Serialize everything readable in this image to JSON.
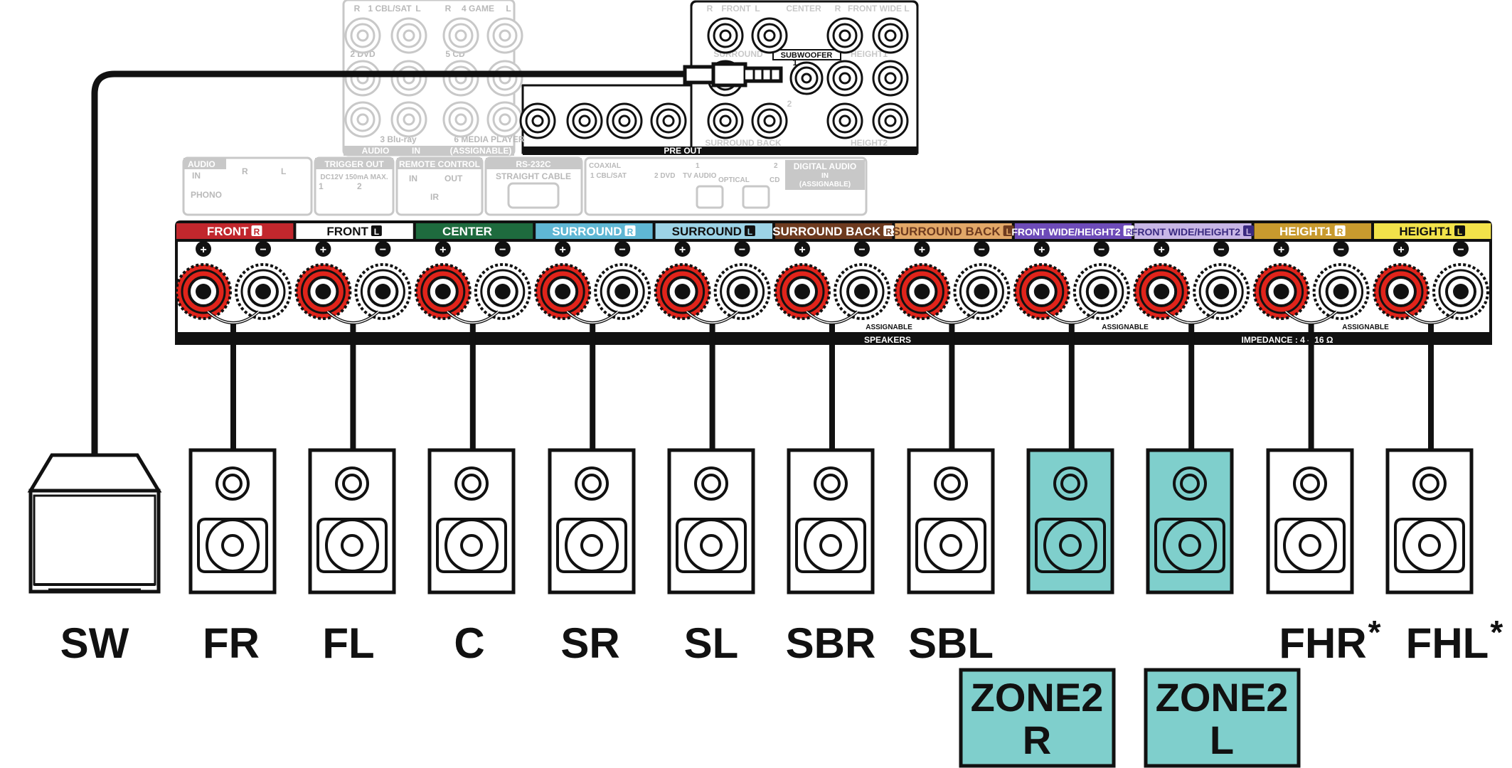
{
  "receiver": {
    "pre_out_label": "PRE OUT",
    "subwoofer_label": "SUBWOOFER",
    "pre_out_jacks": [
      "R",
      "FRONT",
      "L",
      "CENTER",
      "R",
      "FRONT WIDE",
      "L",
      "SURROUND",
      "HEIGHT1",
      "SURROUND BACK",
      "HEIGHT2",
      "1",
      "2"
    ],
    "audio_in_jacks": [
      "R",
      "1 CBL/SAT",
      "L",
      "R",
      "4 GAME",
      "L",
      "2 DVD",
      "5 CD",
      "3 Blu-ray",
      "6 MEDIA PLAYER",
      "AUDIO",
      "IN",
      "(ASSIGNABLE)"
    ],
    "phono": {
      "audio": "AUDIO",
      "in": "IN",
      "r": "R",
      "l": "L",
      "phono": "PHONO"
    },
    "trigger_out": {
      "title": "TRIGGER OUT",
      "spec": "DC12V 150mA MAX.",
      "one": "1",
      "two": "2"
    },
    "remote_control": {
      "title": "REMOTE CONTROL",
      "in": "IN",
      "out": "OUT",
      "ir": "IR"
    },
    "rs232c": {
      "title": "RS-232C",
      "sub": "STRAIGHT CABLE"
    },
    "digital_audio": {
      "coaxial": "COAXIAL",
      "cbl_sat": "1 CBL/SAT",
      "dvd": "2 DVD",
      "tv_audio": "TV AUDIO",
      "optical": "OPTICAL",
      "cd": "CD",
      "one": "1",
      "two": "2",
      "title": "DIGITAL AUDIO",
      "in": "IN",
      "assignable": "(ASSIGNABLE)"
    },
    "speakers_label": "SPEAKERS",
    "assignable_label": "ASSIGNABLE",
    "impedance_label": "IMPEDANCE : 4 – 16 Ω",
    "plus": "+",
    "minus": "−"
  },
  "terminals": [
    {
      "label": "FRONT",
      "ch": "R",
      "color": "#c1272d"
    },
    {
      "label": "FRONT",
      "ch": "L",
      "color": "#ffffff"
    },
    {
      "label": "CENTER",
      "ch": "",
      "color": "#1e6b3e"
    },
    {
      "label": "SURROUND",
      "ch": "R",
      "color": "#5fb7d4"
    },
    {
      "label": "SURROUND",
      "ch": "L",
      "color": "#9cd3e6"
    },
    {
      "label": "SURROUND BACK",
      "ch": "R",
      "color": "#6e3b1f"
    },
    {
      "label": "SURROUND BACK",
      "ch": "L",
      "color": "#e2a868"
    },
    {
      "label": "FRONT WIDE/HEIGHT2",
      "ch": "R",
      "color": "#6d4bb8"
    },
    {
      "label": "FRONT WIDE/HEIGHT2",
      "ch": "L",
      "color": "#c8b6e6"
    },
    {
      "label": "HEIGHT1",
      "ch": "R",
      "color": "#c89a2e"
    },
    {
      "label": "HEIGHT1",
      "ch": "L",
      "color": "#f2e24a"
    }
  ],
  "speakers": [
    {
      "label": "SW",
      "zone": false
    },
    {
      "label": "FR",
      "zone": false
    },
    {
      "label": "FL",
      "zone": false
    },
    {
      "label": "C",
      "zone": false
    },
    {
      "label": "SR",
      "zone": false
    },
    {
      "label": "SL",
      "zone": false
    },
    {
      "label": "SBR",
      "zone": false
    },
    {
      "label": "SBL",
      "zone": false
    },
    {
      "label": "",
      "zone": true
    },
    {
      "label": "",
      "zone": true
    },
    {
      "label": "FHR",
      "zone": false,
      "asterisk": "*"
    },
    {
      "label": "FHL",
      "zone": false,
      "asterisk": "*"
    }
  ],
  "zones": [
    {
      "line1": "ZONE2",
      "line2": "R"
    },
    {
      "line1": "ZONE2",
      "line2": "L"
    }
  ],
  "colors": {
    "zone_fill": "#7fcfcc",
    "red_terminal": "#e0241b",
    "panel_gray": "#c8c8c8"
  }
}
